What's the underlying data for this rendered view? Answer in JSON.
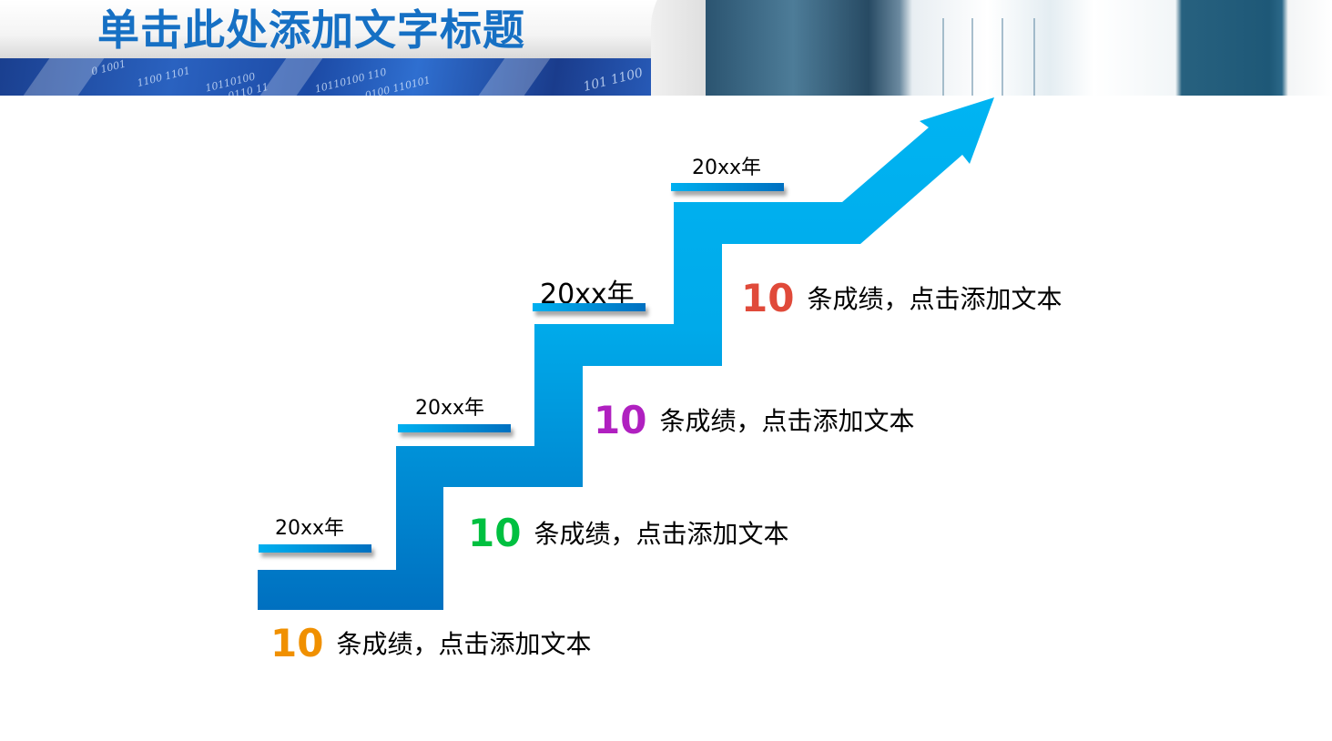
{
  "header": {
    "title": "单击此处添加文字标题",
    "title_color": "#1670c4",
    "binary_strings": [
      "0 1001",
      "1100 1101",
      "10110100",
      "0110 11",
      "10110100 110",
      "0100 110101",
      "101 1100"
    ]
  },
  "diagram": {
    "type": "staircase-arrow",
    "arrow_color": "#00b0f0",
    "steps": [
      {
        "year": "20xx年",
        "count": "10",
        "count_color": "#f09000",
        "text": "条成绩，点击添加文本"
      },
      {
        "year": "20xx年",
        "count": "10",
        "count_color": "#00c040",
        "text": "条成绩，点击添加文本"
      },
      {
        "year": "20xx年",
        "count": "10",
        "count_color": "#b020c0",
        "text": "条成绩，点击添加文本"
      },
      {
        "year": "20xx年",
        "count": "10",
        "count_color": "#e04a3a",
        "text": "条成绩，点击添加文本"
      }
    ]
  }
}
